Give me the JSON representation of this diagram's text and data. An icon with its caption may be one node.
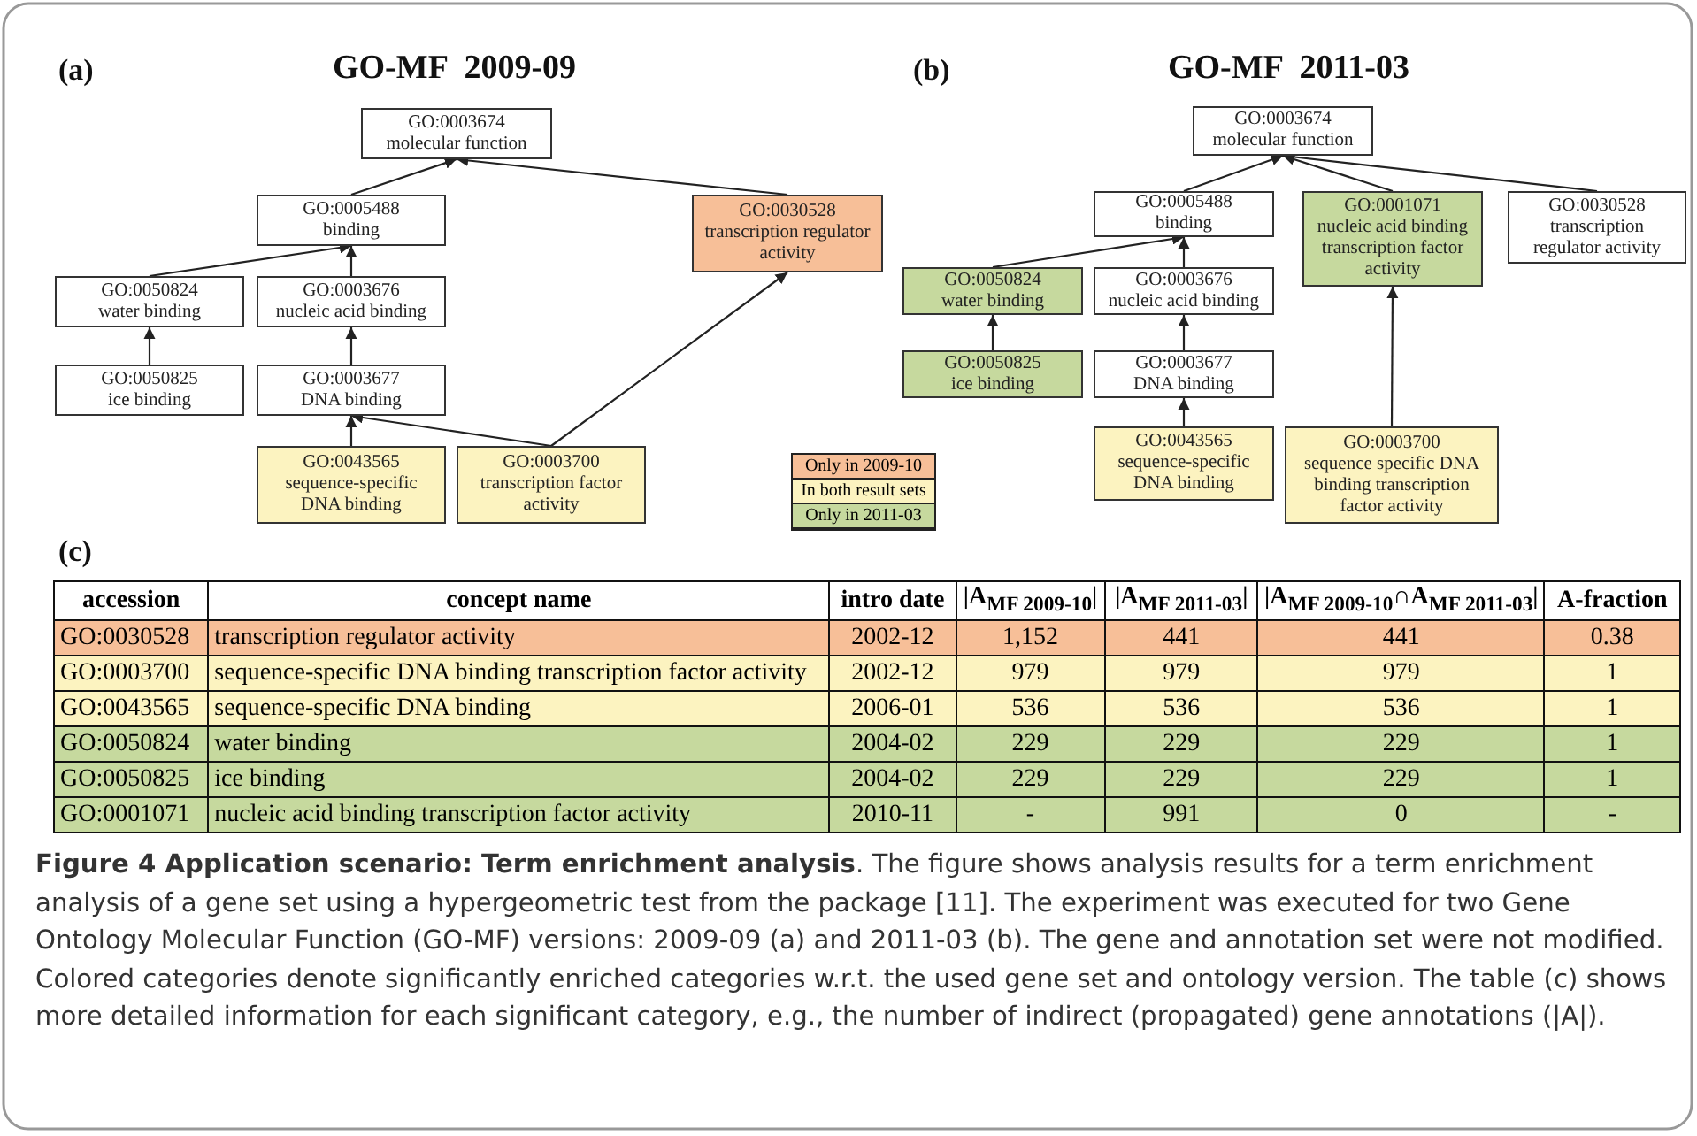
{
  "diagram": {
    "caption": "**Figure 4 Application scenario: Term enrichment analysis**. The figure shows analysis results for a term enrichment analysis of a gene set using a hypergeometric test from the package [11]. The experiment was executed for two Gene Ontology Molecular Function (GO-MF) versions: 2009-09 (a) and 2011-03 (b). The gene and annotation set were not modified. Colored categories denote significantly enriched categories w.r.t. the used gene set and ontology version. The table (c) shows more detailed information for each significant category, e.g., the number of indirect (propagated) gene annotations (|A|).",
    "nodes": [
      {
        "text": [
          "GO:0003674",
          "molecular function"
        ]
      },
      {
        "text": [
          "GO:0005488",
          "binding"
        ]
      },
      {
        "text": [
          "GO:0030528",
          "transcription regulator activity"
        ]
      },
      {
        "text": [
          "GO:0050824",
          "water binding"
        ]
      },
      {
        "text": [
          "GO:0003676",
          "nucleic acid binding"
        ]
      },
      {
        "text": [
          "GO:0050825",
          "ice binding"
        ]
      },
      {
        "text": [
          "GO:0003677",
          "DNA binding"
        ]
      },
      {
        "text": [
          "GO:0043565",
          "sequence-specific DNA binding"
        ]
      },
      {
        "text": [
          "GO:0003700",
          "transcription factor activity"
        ]
      },
      {
        "text": [
          "GO:0003674",
          "molecular function"
        ]
      },
      {
        "text": [
          "GO:0005488",
          "binding"
        ]
      },
      {
        "text": [
          "GO:0001071",
          "nucleic acid binding transcription factor activity"
        ]
      },
      {
        "text": [
          "GO:0030528",
          "transcription regulator activity"
        ]
      },
      {
        "text": [
          "GO:0050824",
          "water binding"
        ]
      },
      {
        "text": [
          "GO:0003676",
          "nucleic acid binding"
        ]
      },
      {
        "text": [
          "GO:0050825",
          "ice binding"
        ]
      },
      {
        "text": [
          "GO:0003677",
          "DNA binding"
        ]
      },
      {
        "text": [
          "GO:0043565",
          "sequence-specific DNA binding"
        ]
      },
      {
        "text": [
          "GO:0003700",
          "sequence specific DNA binding transcription factor activity"
        ]
      }
    ],
    "edges": [
      {
        "from": 1,
        "to": 0,
        "arrow": "to"
      },
      {
        "from": 2,
        "to": 0,
        "arrow": "to"
      },
      {
        "from": 3,
        "to": 1,
        "arrow": "to"
      },
      {
        "from": 4,
        "to": 1,
        "arrow": "to"
      },
      {
        "from": 5,
        "to": 3,
        "arrow": "to"
      },
      {
        "from": 6,
        "to": 4,
        "arrow": "to"
      },
      {
        "from": 7,
        "to": 6,
        "arrow": "to"
      },
      {
        "from": 8,
        "to": 6,
        "arrow": "to"
      },
      {
        "from": 8,
        "to": 2,
        "arrow": "to"
      },
      {
        "from": 10,
        "to": 9,
        "arrow": "to"
      },
      {
        "from": 11,
        "to": 9,
        "arrow": "to"
      },
      {
        "from": 12,
        "to": 9,
        "arrow": "to"
      },
      {
        "from": 13,
        "to": 10,
        "arrow": "to"
      },
      {
        "from": 14,
        "to": 10,
        "arrow": "to"
      },
      {
        "from": 15,
        "to": 13,
        "arrow": "to"
      },
      {
        "from": 16,
        "to": 14,
        "arrow": "to"
      },
      {
        "from": 17,
        "to": 16,
        "arrow": "to"
      },
      {
        "from": 18,
        "to": 11,
        "arrow": "to"
      }
    ],
    "labels": [
      "(a)",
      "GO-MF  2009-09",
      "(b)",
      "GO-MF  2011-03",
      "(c)",
      "accession",
      "concept name",
      "intro date",
      "|A$_{MF 2009-10}$|",
      "|A$_{MF 2011-03}$|",
      "|A$_{MF 2009-10}$∩A$_{MF 2011-03}$|",
      "A-fraction",
      "GO:0030528",
      "transcription regulator activity",
      "2002-12",
      "1,152",
      "441",
      "441",
      "0.38",
      "GO:0003700",
      "sequence-specific DNA binding transcription factor activity",
      "2002-12",
      "979",
      "979",
      "979",
      "1",
      "GO:0043565",
      "sequence-specific DNA binding",
      "2006-01",
      "536",
      "536",
      "536",
      "1",
      "GO:0050824",
      "water binding",
      "2004-02",
      "229",
      "229",
      "229",
      "1",
      "GO:0050825",
      "ice binding",
      "2004-02",
      "229",
      "229",
      "229",
      "1",
      "GO:0001071",
      "nucleic acid binding transcription factor activity",
      "2010-11",
      "-",
      "991",
      "0",
      "-"
    ],
    "legend": [
      {
        "text": "Only in 2009-10",
        "color": "#f7bf98"
      },
      {
        "text": "In both result sets",
        "color": "#fcf3c0"
      },
      {
        "text": "Only in 2011-03",
        "color": "#c6d99e"
      }
    ]
  }
}
